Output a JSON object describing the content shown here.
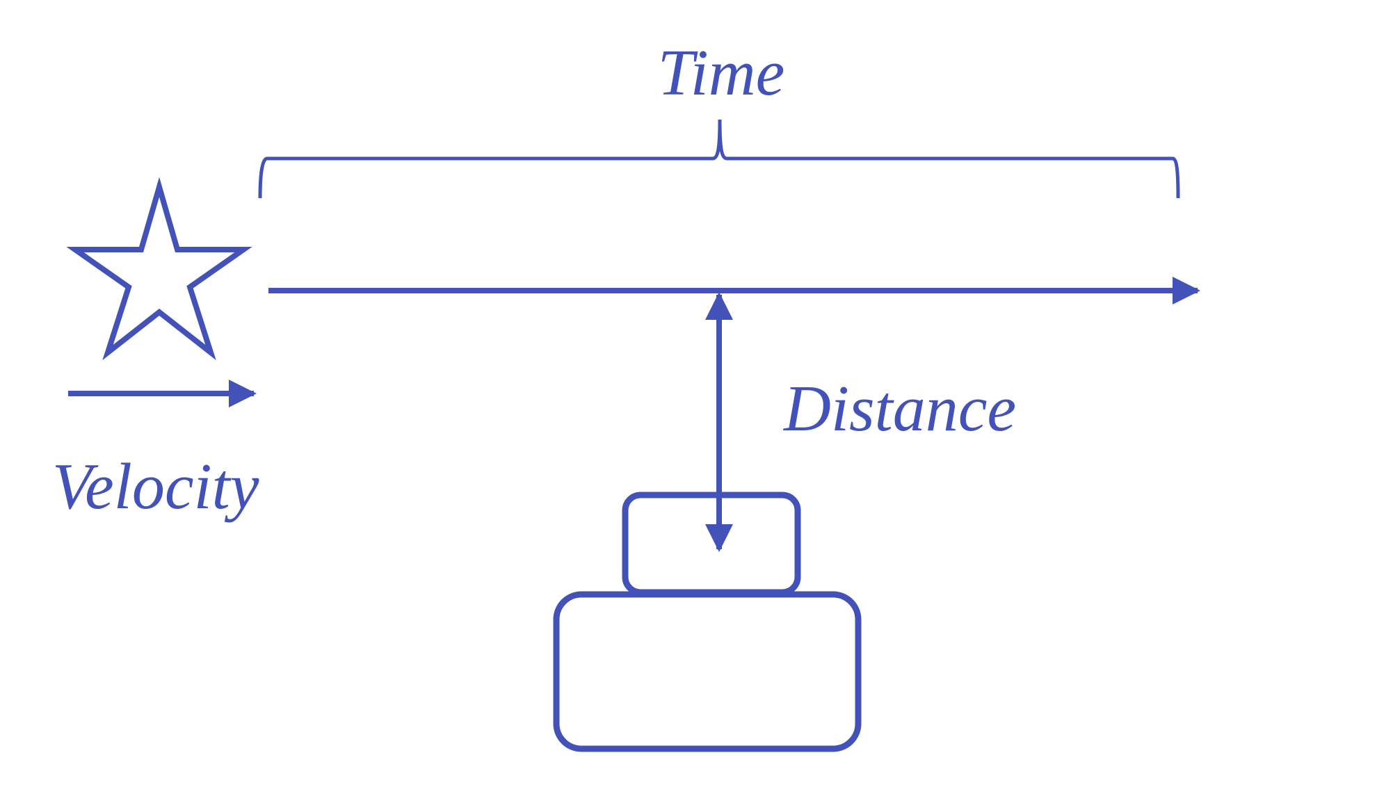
{
  "colors": {
    "stroke": "#4352b8",
    "background": "#ffffff"
  },
  "labels": {
    "time": "Time",
    "distance": "Distance",
    "velocity": "Velocity"
  },
  "icons": {
    "star": "star-icon",
    "observer": "observer-box-icon"
  }
}
